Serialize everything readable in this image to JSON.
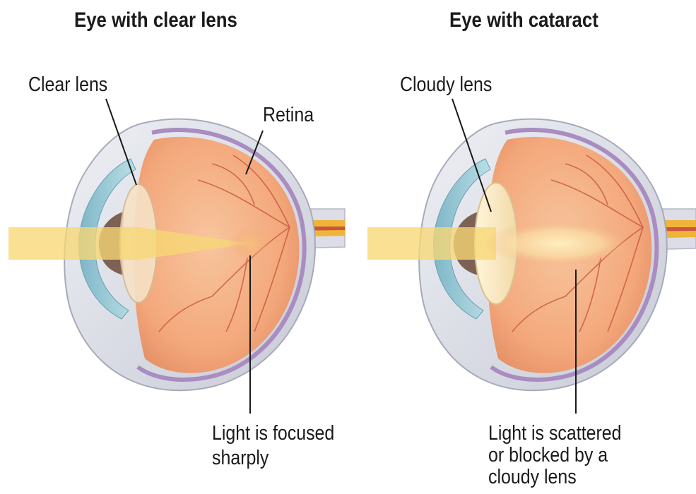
{
  "left_panel": {
    "title": "Eye with clear lens",
    "lens_label": "Clear lens",
    "retina_label": "Retina",
    "light_label_line1": "Light is focused",
    "light_label_line2": "sharply"
  },
  "right_panel": {
    "title": "Eye with cataract",
    "lens_label": "Cloudy lens",
    "light_label_line1": "Light is scattered",
    "light_label_line2": "or blocked by a",
    "light_label_line3": "cloudy lens"
  },
  "colors": {
    "sclera": "#dcdde6",
    "choroid": "#a98cc0",
    "eye_interior": "#f3a87b",
    "iris": "#9ccbd6",
    "lens": "#f6e2c6",
    "light_beam": "#f7d774",
    "optic_nerve": "#f0b43a",
    "vessels": "#c8553d"
  }
}
